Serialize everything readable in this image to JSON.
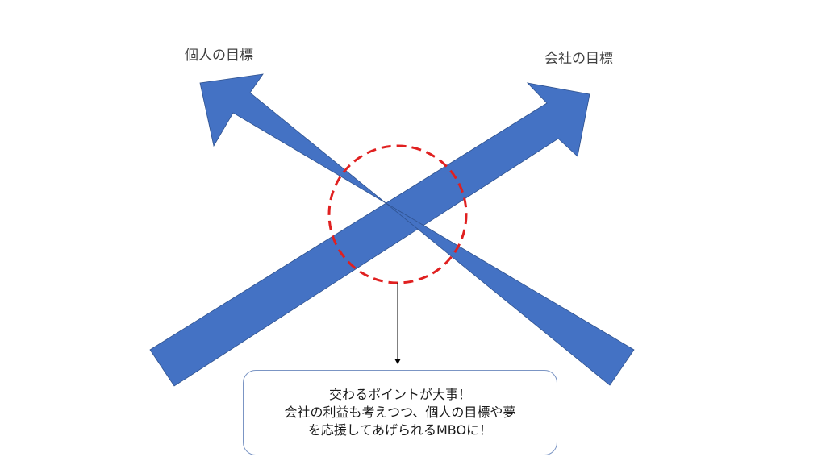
{
  "labels": {
    "personal_goal": "個人の目標",
    "company_goal": "会社の目標"
  },
  "callout": {
    "lines": [
      "交わるポイントが大事！",
      "会社の利益も考えつつ、個人の目標や夢",
      "を応援してあげられるMBOに！"
    ]
  },
  "colors": {
    "arrow_fill": "#4472c4",
    "arrow_edge": "#2f528f",
    "highlight_circle": "#e02020",
    "callout_border": "#7b95c4",
    "label_text": "#404040"
  }
}
